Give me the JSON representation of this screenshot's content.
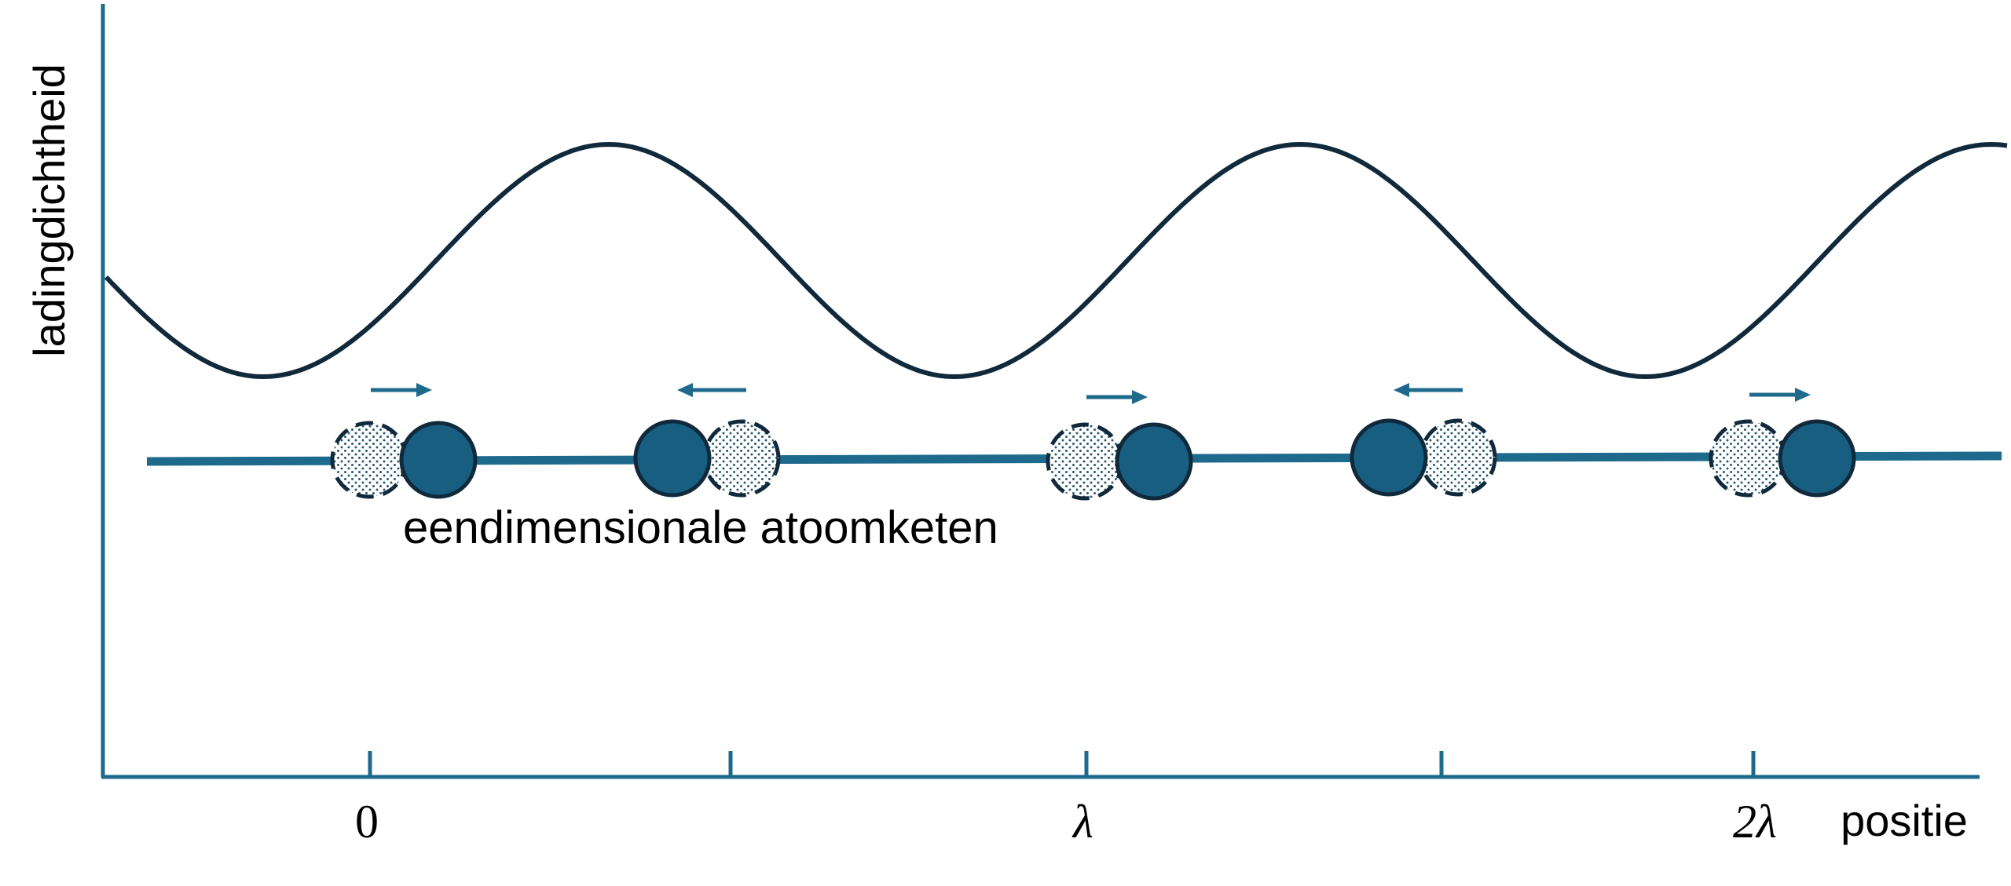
{
  "axes": {
    "y_label": "ladingdichtheid",
    "x_label": "positie",
    "ticks": [
      {
        "label": "0"
      },
      {
        "label": ""
      },
      {
        "label": "λ"
      },
      {
        "label": ""
      },
      {
        "label": "2λ"
      }
    ]
  },
  "chain": {
    "label": "eendimensionale atoomketen",
    "atoms": [
      {
        "direction": "right"
      },
      {
        "direction": "left"
      },
      {
        "direction": "right"
      },
      {
        "direction": "left"
      },
      {
        "direction": "right"
      }
    ]
  },
  "colors": {
    "axis": "#1e6a8d",
    "atom_fill": "#175e80",
    "atom_outline": "#10293b",
    "wave": "#10293b",
    "displacement_dots": "#2a5a6e"
  }
}
